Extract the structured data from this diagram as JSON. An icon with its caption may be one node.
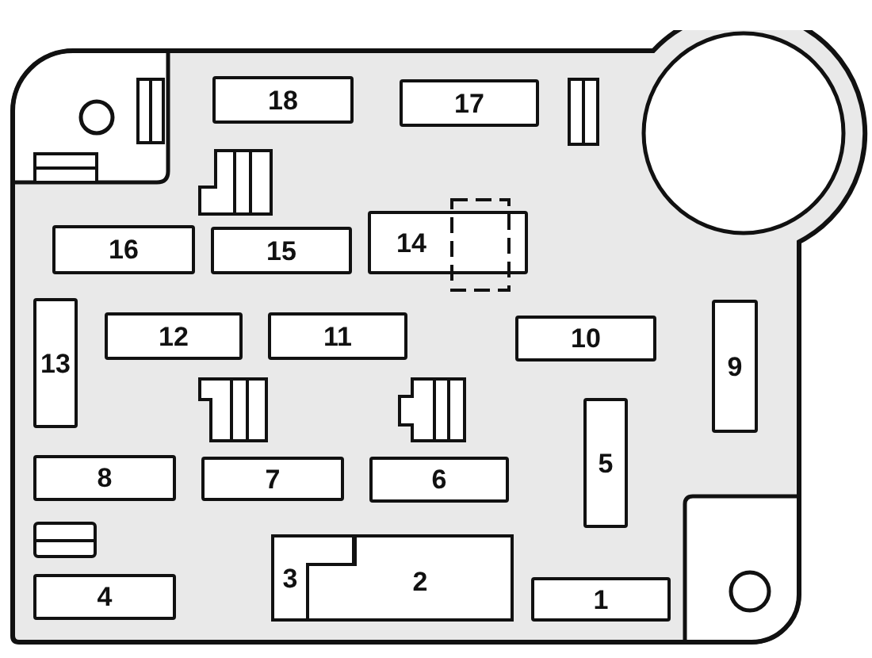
{
  "diagram": {
    "nodes": [
      {
        "text": [
          "18"
        ]
      },
      {
        "text": [
          "17"
        ]
      },
      {
        "text": [
          "16"
        ]
      },
      {
        "text": [
          "15"
        ]
      },
      {
        "text": [
          "14"
        ]
      },
      {
        "text": [
          "13"
        ]
      },
      {
        "text": [
          "12"
        ]
      },
      {
        "text": [
          "11"
        ]
      },
      {
        "text": [
          "10"
        ]
      },
      {
        "text": [
          "9"
        ]
      },
      {
        "text": [
          "8"
        ]
      },
      {
        "text": [
          "7"
        ]
      },
      {
        "text": [
          "6"
        ]
      },
      {
        "text": [
          "5"
        ]
      },
      {
        "text": [
          "4"
        ]
      },
      {
        "text": [
          "3"
        ]
      },
      {
        "text": [
          "2"
        ]
      },
      {
        "text": [
          "1"
        ]
      }
    ]
  }
}
